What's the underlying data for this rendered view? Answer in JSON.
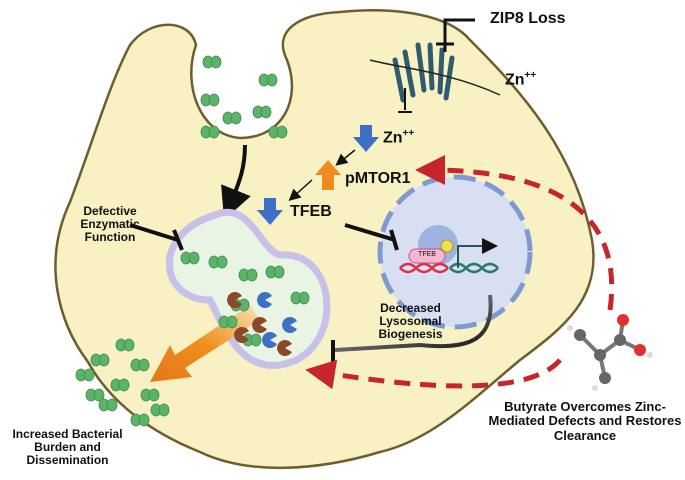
{
  "labels": {
    "zip8_loss": "ZIP8 Loss",
    "zn_outside": "Zn",
    "zn_outside_sup": "++",
    "zn_inside": "Zn",
    "zn_inside_sup": "++",
    "pmtor1": "pMTOR1",
    "tfeb": "TFEB",
    "tfeb_nucleus": "TFEB",
    "defective": "Defective Enzymatic Function",
    "decreased": "Decreased Lysosomal Biogenesis",
    "increased": "Increased Bacterial Burden and Dissemination",
    "butyrate": "Butyrate Overcomes Zinc-Mediated Defects and Restores Clearance"
  },
  "colors": {
    "cell_fill": "#f8f1c4",
    "cell_outline": "#6e5d2e",
    "bacteria": "#5cb46a",
    "down_arrow": "#3d6fc4",
    "up_arrow": "#f08a1c",
    "dashed_arrow": "#c8252a",
    "nucleus": "#d8dff3",
    "lysosome": "#e9f4e4"
  }
}
